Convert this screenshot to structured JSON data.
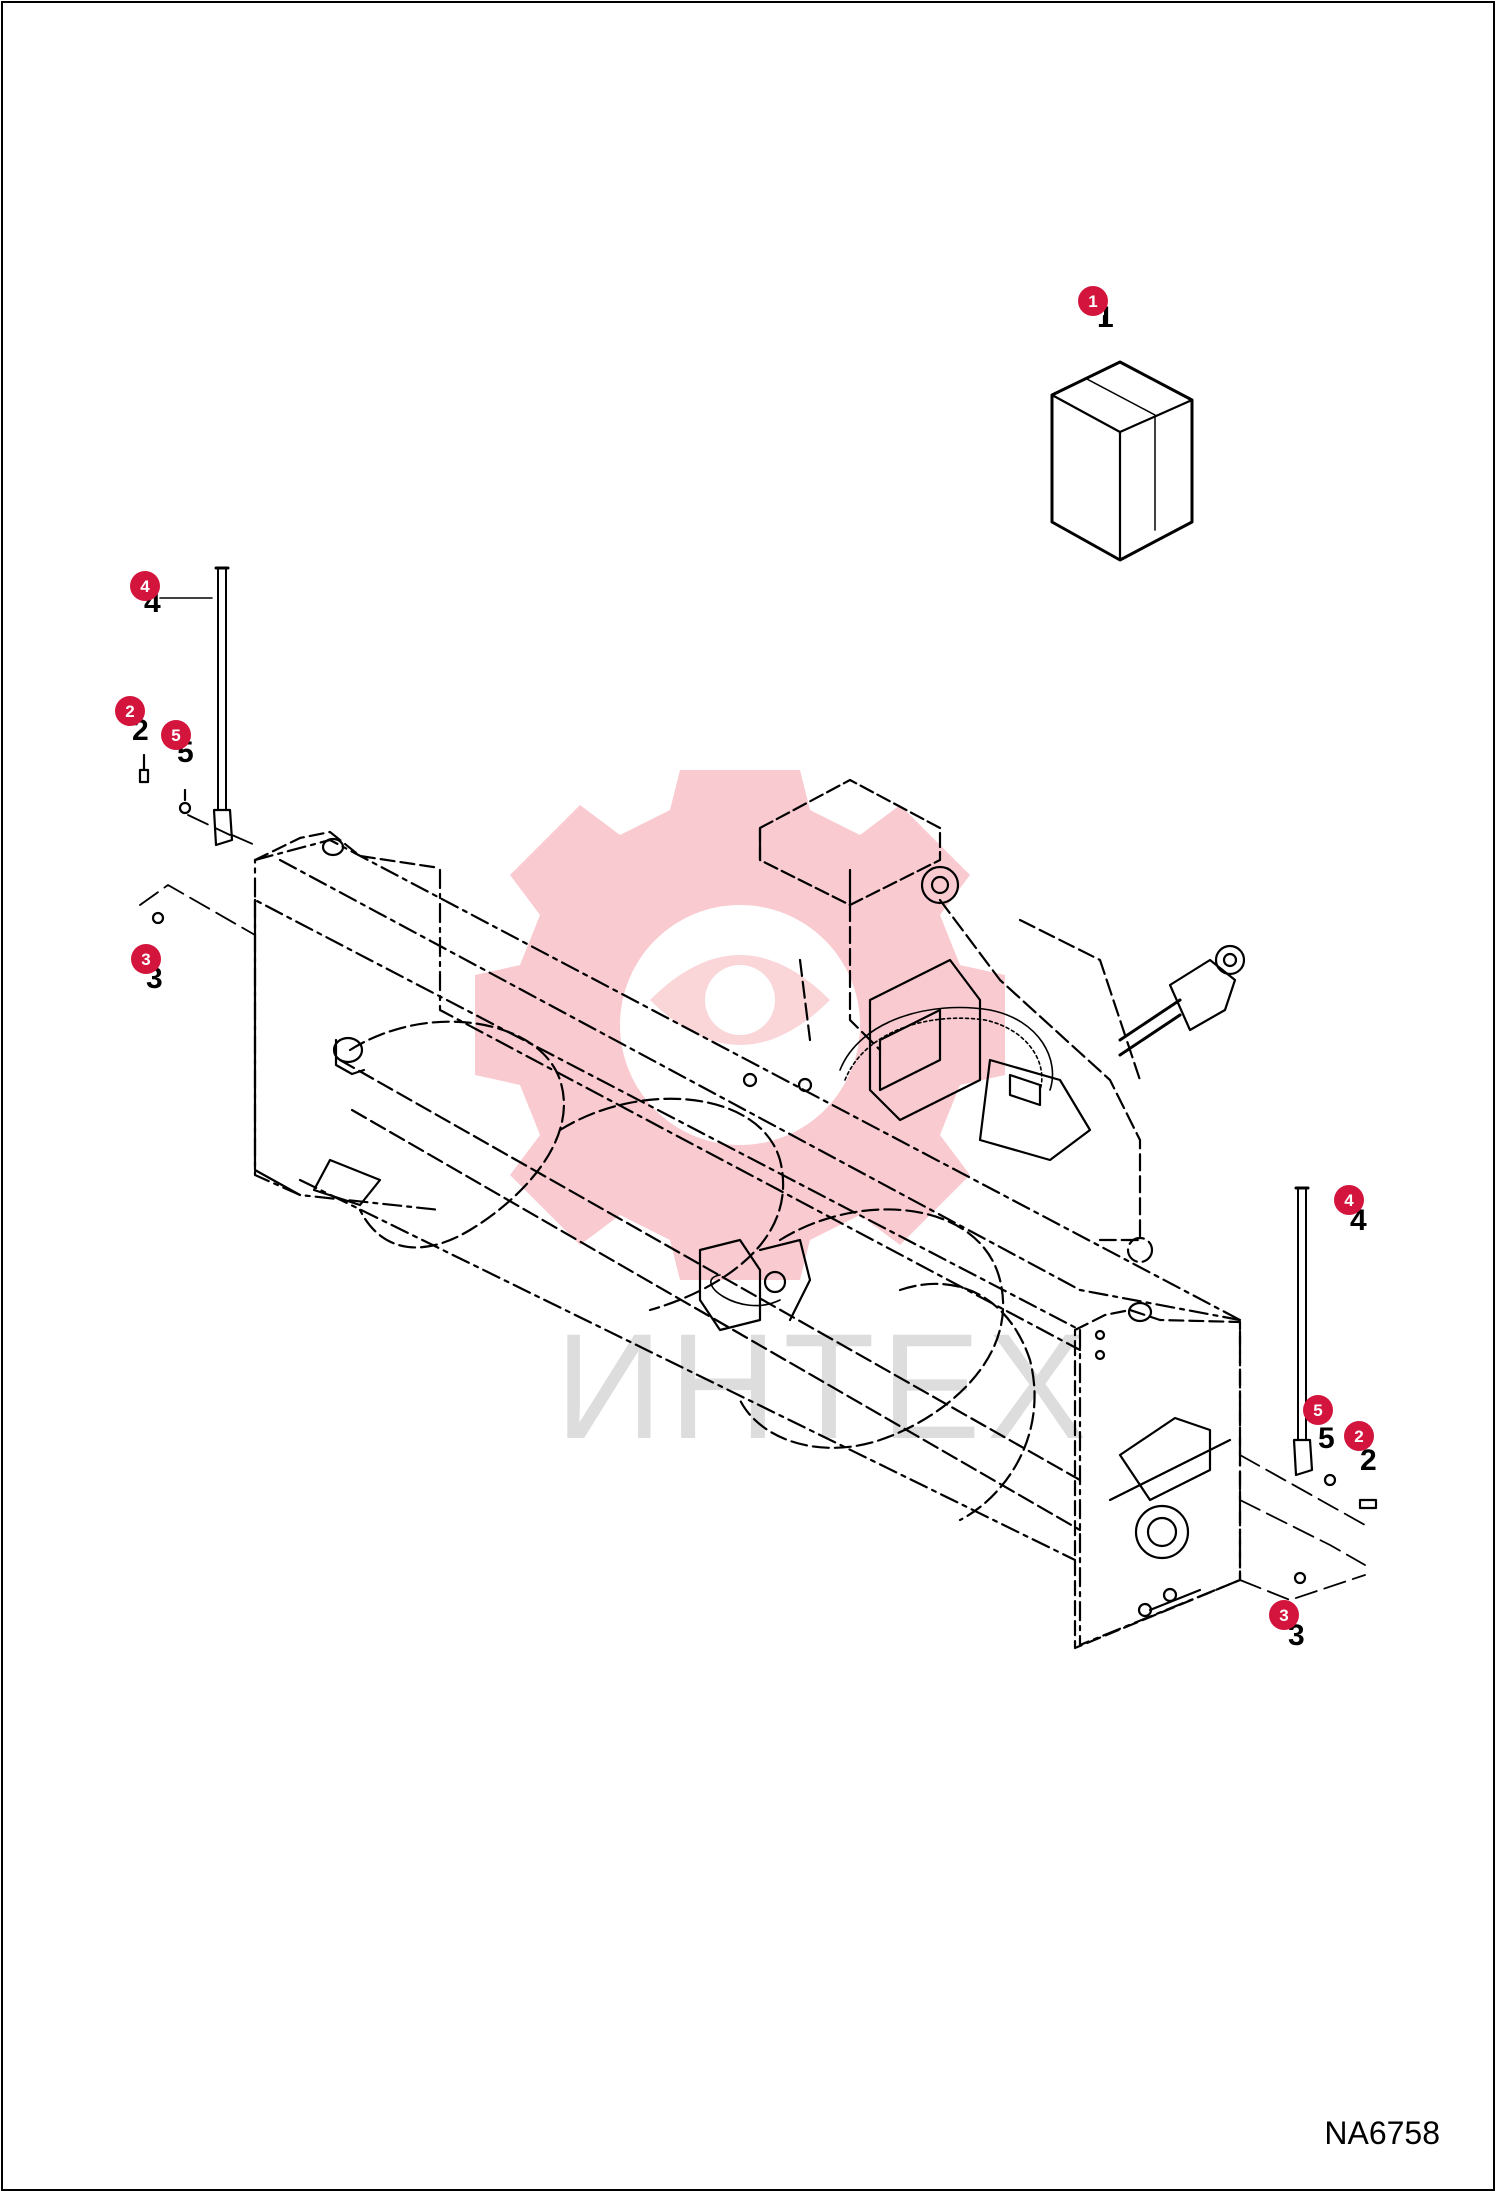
{
  "drawing_number": "NA6758",
  "watermark": {
    "text": "ИНТЕХ"
  },
  "accent_color": "#d3143c",
  "callouts": [
    {
      "num": "1",
      "leader": "1"
    },
    {
      "num": "4",
      "leader": "4"
    },
    {
      "num": "2",
      "leader": "2"
    },
    {
      "num": "5",
      "leader": "5"
    },
    {
      "num": "3",
      "leader": "3"
    },
    {
      "num": "4",
      "leader": "4"
    },
    {
      "num": "5",
      "leader": "5"
    },
    {
      "num": "2",
      "leader": "2"
    },
    {
      "num": "3",
      "leader": "3"
    }
  ]
}
